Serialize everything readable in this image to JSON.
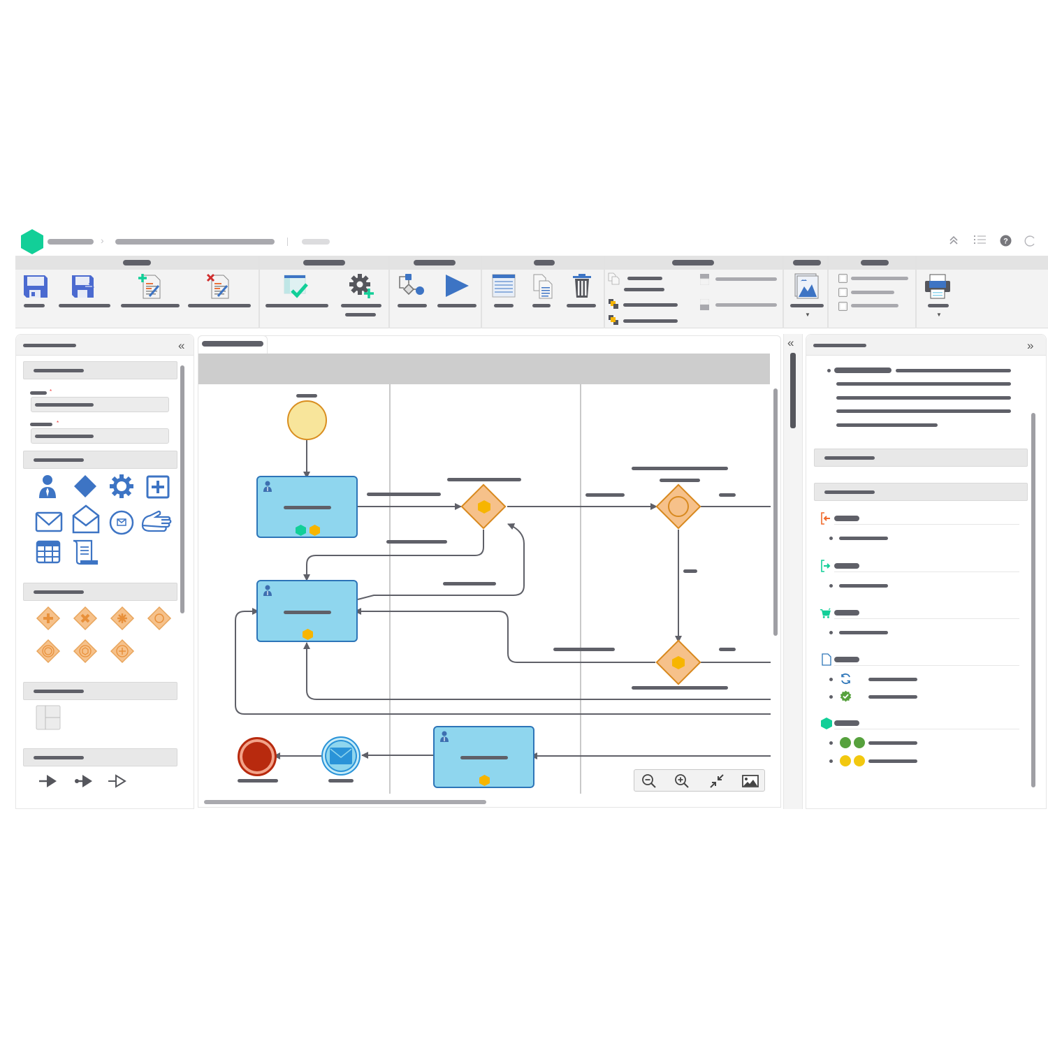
{
  "header": {
    "logo": "app-logo-hexagon",
    "breadcrumb": [
      "[redacted: project]",
      "[redacted: process name]"
    ],
    "status": "[redacted]",
    "actions": [
      "collapse-ribbon-icon",
      "list-view-icon",
      "help-icon",
      "refresh-icon"
    ]
  },
  "ribbon": {
    "groups": [
      {
        "title": "[redacted]",
        "buttons": [
          {
            "icon": "save-icon",
            "label": "[redacted]"
          },
          {
            "icon": "save-as-icon",
            "label": "[redacted]"
          },
          {
            "icon": "add-document-icon",
            "label": "[redacted]"
          },
          {
            "icon": "delete-document-icon",
            "label": "[redacted]"
          }
        ]
      },
      {
        "title": "[redacted]",
        "buttons": [
          {
            "icon": "validate-icon",
            "label": "[redacted]"
          },
          {
            "icon": "settings-add-icon",
            "label": "[redacted]"
          }
        ]
      },
      {
        "title": "[redacted]",
        "buttons": [
          {
            "icon": "process-flow-icon",
            "label": "[redacted]"
          },
          {
            "icon": "play-icon",
            "label": "[redacted]"
          }
        ]
      },
      {
        "title": "[redacted]",
        "buttons": [
          {
            "icon": "form-icon",
            "label": "[redacted]"
          },
          {
            "icon": "copy-icon",
            "label": "[redacted]"
          },
          {
            "icon": "trash-icon",
            "label": "[redacted]"
          }
        ]
      },
      {
        "title": "[redacted]",
        "buttons": [
          {
            "icon": "duplicate-icon",
            "label": "[redacted]"
          },
          {
            "icon": "bring-forward-icon",
            "label": "[redacted]"
          },
          {
            "icon": "send-backward-icon",
            "label": "[redacted]"
          },
          {
            "icon": "align-top-icon",
            "label": "[redacted]",
            "disabled": true
          },
          {
            "icon": "align-bottom-icon",
            "label": "[redacted]",
            "disabled": true
          }
        ]
      },
      {
        "title": "[redacted]",
        "buttons": [
          {
            "icon": "export-image-icon",
            "label": "[redacted]",
            "dropdown": true
          }
        ]
      },
      {
        "title": "[redacted]",
        "checkboxes": [
          {
            "label": "[redacted]",
            "checked": false
          },
          {
            "label": "[redacted]",
            "checked": false
          },
          {
            "label": "[redacted]",
            "checked": false
          }
        ]
      },
      {
        "title": "",
        "buttons": [
          {
            "icon": "print-icon",
            "label": "[redacted]",
            "dropdown": true
          }
        ]
      }
    ]
  },
  "left_panel": {
    "title": "[redacted]",
    "collapse_icon": "«",
    "sections": [
      {
        "title": "[redacted]",
        "fields": [
          {
            "label": "[redacted]",
            "required": true,
            "value": "[redacted]"
          },
          {
            "label": "[redacted]",
            "required": true,
            "value": "[redacted]"
          }
        ]
      },
      {
        "title": "[redacted]",
        "shapes": [
          "user-task-icon",
          "gateway-icon",
          "service-task-icon",
          "subprocess-icon",
          "send-message-icon",
          "receive-message-icon",
          "message-event-icon",
          "manual-task-icon",
          "data-table-icon",
          "script-task-icon"
        ]
      },
      {
        "title": "[redacted]",
        "shapes": [
          "parallel-gateway-icon",
          "exclusive-gateway-icon",
          "complex-gateway-icon",
          "inclusive-gateway-icon",
          "event-gateway-icon",
          "exclusive-event-gateway-icon",
          "parallel-event-gateway-icon"
        ]
      },
      {
        "title": "[redacted]",
        "shapes": [
          "lane-icon"
        ]
      },
      {
        "title": "[redacted]",
        "shapes": [
          "sequence-flow-icon",
          "conditional-flow-icon",
          "default-flow-icon"
        ]
      }
    ]
  },
  "canvas": {
    "tab_label": "[redacted]",
    "lanes": 3,
    "nodes": [
      {
        "type": "start-event",
        "label": "[redacted]"
      },
      {
        "type": "user-task",
        "label": "[redacted]",
        "badges": [
          "#12cf98",
          "#f7b500"
        ]
      },
      {
        "type": "exclusive-gateway",
        "label": "[redacted]"
      },
      {
        "type": "event-gateway",
        "label": "[redacted]"
      },
      {
        "type": "user-task",
        "label": "[redacted]",
        "badges": [
          "#f7b500"
        ]
      },
      {
        "type": "exclusive-gateway",
        "label": "[redacted]"
      },
      {
        "type": "user-task",
        "label": "[redacted]",
        "badges": [
          "#f7b500"
        ]
      },
      {
        "type": "message-end-event",
        "label": "[redacted]"
      },
      {
        "type": "end-event",
        "label": "[redacted]"
      }
    ],
    "zoom_controls": [
      "zoom-out-icon",
      "zoom-in-icon",
      "fit-icon",
      "export-image-icon"
    ]
  },
  "right_panel": {
    "title": "[redacted]",
    "collapse_icon": "»",
    "description": [
      "[redacted]",
      "[redacted]",
      "[redacted]",
      "[redacted]",
      "[redacted]"
    ],
    "sections": [
      {
        "title": "[redacted]"
      },
      {
        "title": "[redacted]",
        "groups": [
          {
            "icon": "input-icon",
            "color": "#f06a2c",
            "title": "[redacted]",
            "items": [
              "[redacted]"
            ]
          },
          {
            "icon": "output-icon",
            "color": "#12cf98",
            "title": "[redacted]",
            "items": [
              "[redacted]"
            ]
          },
          {
            "icon": "cart-icon",
            "color": "#12cf98",
            "title": "[redacted]",
            "items": [
              "[redacted]"
            ]
          },
          {
            "icon": "document-icon",
            "color": "#2d75b8",
            "title": "[redacted]",
            "items": [
              {
                "icon": "sync-icon",
                "label": "[redacted]"
              },
              {
                "icon": "verified-icon",
                "label": "[redacted]"
              }
            ]
          },
          {
            "icon": "hexagon-icon",
            "color": "#12cf98",
            "title": "[redacted]",
            "items": [
              {
                "colors": [
                  "#56a13d",
                  "#56a13d"
                ],
                "label": "[redacted]"
              },
              {
                "colors": [
                  "#f2c80f",
                  "#f2c80f"
                ],
                "label": "[redacted]"
              }
            ]
          }
        ]
      }
    ]
  },
  "colors": {
    "accent": "#12cf98",
    "task_fill": "#8fd6ee",
    "task_border": "#2d75b8",
    "gateway_fill": "#f6c18a",
    "gateway_border": "#d8891f",
    "start_event": "#f8e59b",
    "end_event": "#b82a0e",
    "badge_orange": "#f7b500"
  }
}
